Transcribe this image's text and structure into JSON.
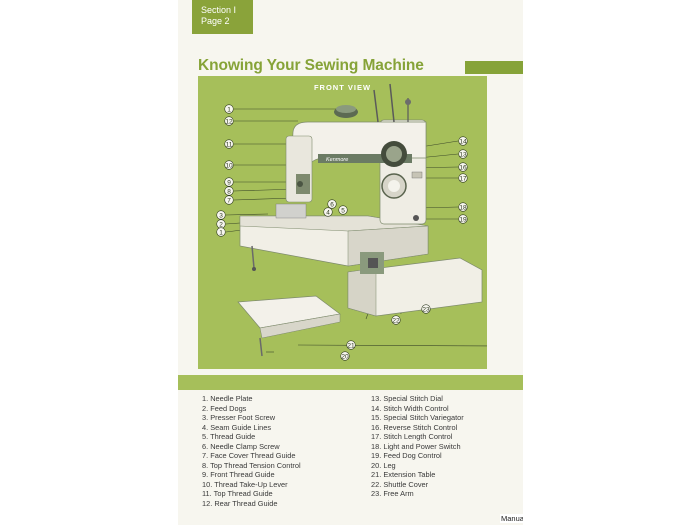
{
  "header": {
    "section_label": "Section I",
    "page_label": "Page 2"
  },
  "title": "Knowing Your Sewing Machine",
  "diagram": {
    "heading": "FRONT VIEW",
    "brand_text": "Kenmore",
    "callouts_left": [
      "1",
      "12",
      "11",
      "10",
      "9",
      "8",
      "7",
      "3",
      "2",
      "1"
    ],
    "callouts_mid": [
      "6",
      "4",
      "5"
    ],
    "callouts_right": [
      "14",
      "13",
      "16",
      "17",
      "18",
      "19"
    ],
    "callouts_bottom": [
      "21",
      "22",
      "23",
      "20"
    ]
  },
  "parts_left": [
    "1. Needle Plate",
    "2. Feed Dogs",
    "3. Presser Foot Screw",
    "4. Seam Guide Lines",
    "5. Thread Guide",
    "6. Needle Clamp Screw",
    "7. Face Cover Thread Guide",
    "8. Top Thread Tension Control",
    "9. Front Thread Guide",
    "10. Thread Take-Up Lever",
    "11. Top Thread Guide",
    "12. Rear Thread Guide"
  ],
  "parts_right": [
    "13. Special Stitch Dial",
    "14. Stitch Width Control",
    "15. Special Stitch Variegator",
    "16. Reverse Stitch Control",
    "17. Stitch Length Control",
    "18. Light and Power Switch",
    "19. Feed Dog Control",
    "20. Leg",
    "21. Extension Table",
    "22. Shuttle Cover",
    "23. Free Arm"
  ],
  "watermark": "Manualsoncd.com",
  "colors": {
    "accent_green": "#86a338",
    "panel_green": "#a6bf5a",
    "machine_white": "#f3f1ea",
    "machine_stripe": "#6b7b64",
    "page_bg": "#f7f6ef"
  }
}
